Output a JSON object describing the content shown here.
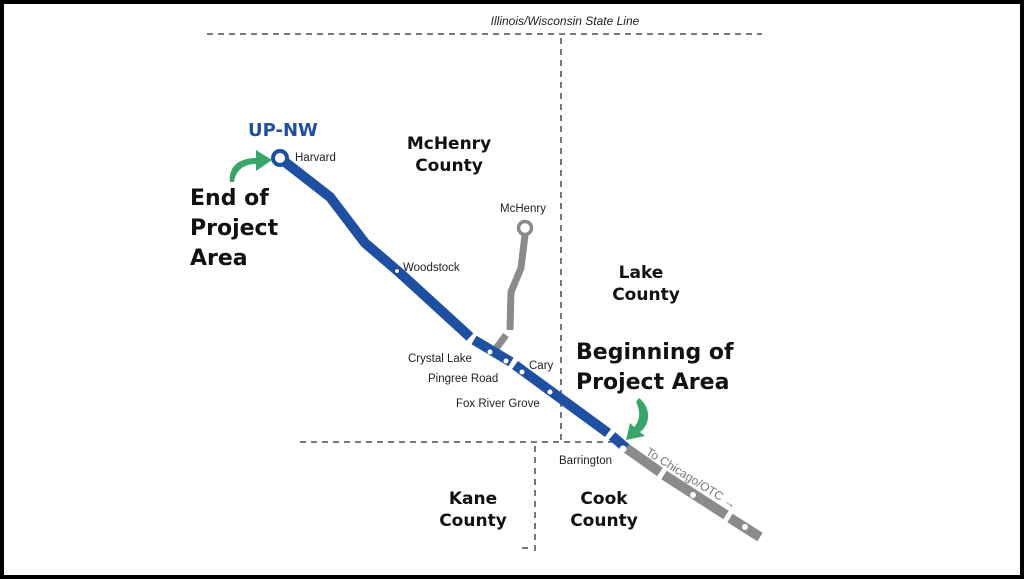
{
  "map": {
    "state_line_label": "Illinois/Wisconsin State Line",
    "line_name": "UP-NW",
    "counties": {
      "mchenry": [
        "McHenry",
        "County"
      ],
      "lake": [
        "Lake",
        "County"
      ],
      "kane": [
        "Kane",
        "County"
      ],
      "cook": [
        "Cook",
        "County"
      ]
    },
    "stations": {
      "harvard": "Harvard",
      "woodstock": "Woodstock",
      "mchenry": "McHenry",
      "crystal_lake": "Crystal Lake",
      "pingree_road": "Pingree Road",
      "cary": "Cary",
      "fox_river_grove": "Fox River Grove",
      "barrington": "Barrington"
    },
    "to_chicago": "To Chicago/OTC",
    "to_chicago_arrow": "→",
    "end_label": [
      "End of",
      "Project",
      "Area"
    ],
    "begin_label": [
      "Beginning of",
      "Project Area"
    ],
    "colors": {
      "project_line": "#1f4fa0",
      "other_line": "#8a8b8d",
      "arrow": "#3aa56b"
    }
  }
}
